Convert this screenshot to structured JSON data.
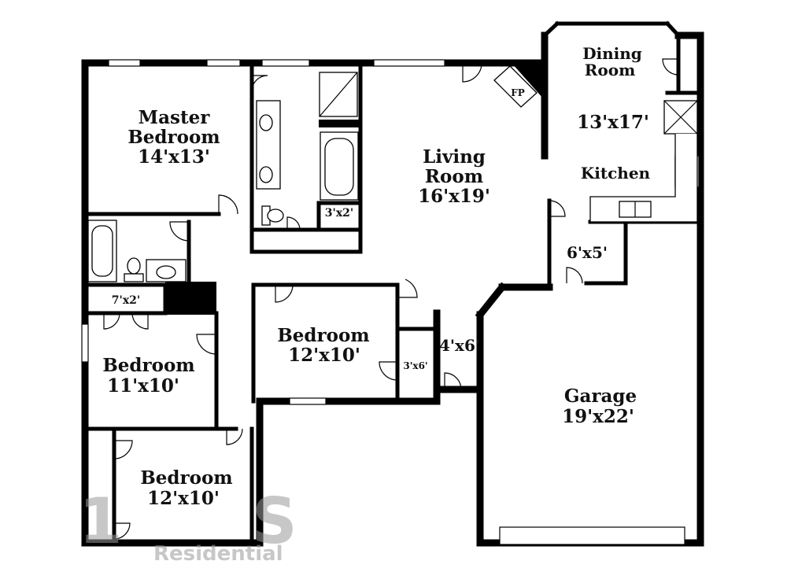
{
  "rooms": {
    "master_bedroom": {
      "line1": "Master",
      "line2": "Bedroom",
      "size": "14'x13'"
    },
    "living_room": {
      "line1": "Living",
      "line2": "Room",
      "size": "16'x19'"
    },
    "dining_room": {
      "line1": "Dining",
      "line2": "Room",
      "size": "13'x17'"
    },
    "kitchen": {
      "name": "Kitchen"
    },
    "fireplace": {
      "name": "FP"
    },
    "closet_3x2": {
      "size": "3'x2'"
    },
    "closet_7x2": {
      "size": "7'x2'"
    },
    "laundry_6x5": {
      "size": "6'x5'"
    },
    "bedroom_center": {
      "name": "Bedroom",
      "size": "12'x10'"
    },
    "bedroom_left": {
      "name": "Bedroom",
      "size": "11'x10'"
    },
    "bedroom_bottom": {
      "name": "Bedroom",
      "size": "12'x10'"
    },
    "hall_4x6": {
      "size": "4'x6'"
    },
    "closet_3x6": {
      "size": "3'x6'"
    },
    "garage": {
      "name": "Garage",
      "size": "19'x22'"
    }
  },
  "watermark": {
    "text": "Residential"
  }
}
